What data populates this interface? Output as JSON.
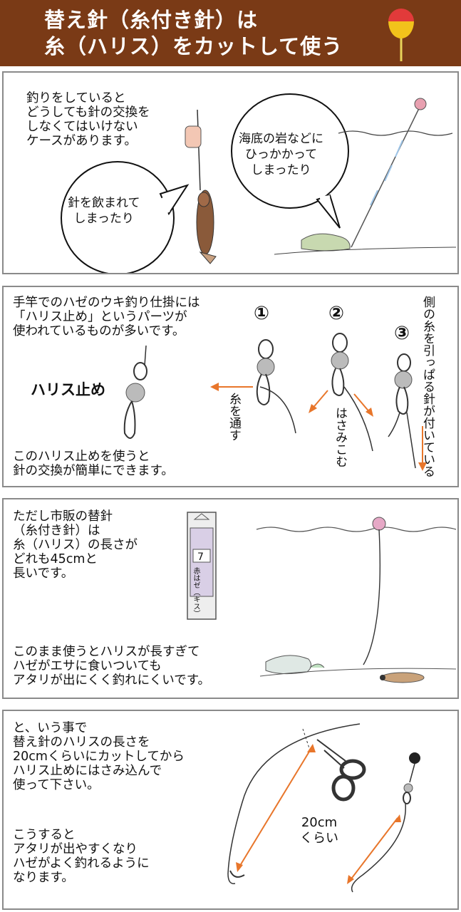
{
  "header": {
    "title_line1": "替え針（糸付き針）は",
    "title_line2": "糸（ハリス）をカットして使う"
  },
  "panel1": {
    "intro": "釣りをしていると\nどうしても針の交換を\nしなくてはいけない\nケースがあります。",
    "bubble_left": "針を飲まれて\nしまったり",
    "bubble_right": "海底の岩などに\nひっかかって\nしまったり"
  },
  "panel2": {
    "intro": "手竿でのハゼのウキ釣り仕掛には\n「ハリス止め」というパーツが\n使われているものが多いです。",
    "part_label": "ハリス止め",
    "step1_num": "①",
    "step2_num": "②",
    "step3_num": "③",
    "step1_label": "糸を通す",
    "step2_label": "はさみこむ",
    "step3_label": "側の糸を引っぱる針が付いている",
    "outro": "このハリス止めを使うと\n針の交換が簡単にできます。"
  },
  "panel3": {
    "intro": "ただし市販の替針\n（糸付き針）は\n糸（ハリス）の長さが\nどれも45cmと\n長いです。",
    "package_number": "7",
    "package_text": "赤はゼ（キス）",
    "outro": "このまま使うとハリスが長すぎて\nハゼがエサに食いついても\nアタリが出にくく釣れにくいです。"
  },
  "panel4": {
    "intro": "と、いう事で\n替え針のハリスの長さを\n20cmくらいにカットしてから\nハリス止めにはさみ込んで\n使って下さい。",
    "measure_label": "20cm\nくらい",
    "outro": "こうすると\nアタリが出やすくなり\nハゼがよく釣れるように\nなります。"
  },
  "colors": {
    "header_bg": "#7a3a16",
    "arrow": "#e8762b",
    "float_red": "#e23a3a",
    "float_yellow": "#f2c21b"
  }
}
